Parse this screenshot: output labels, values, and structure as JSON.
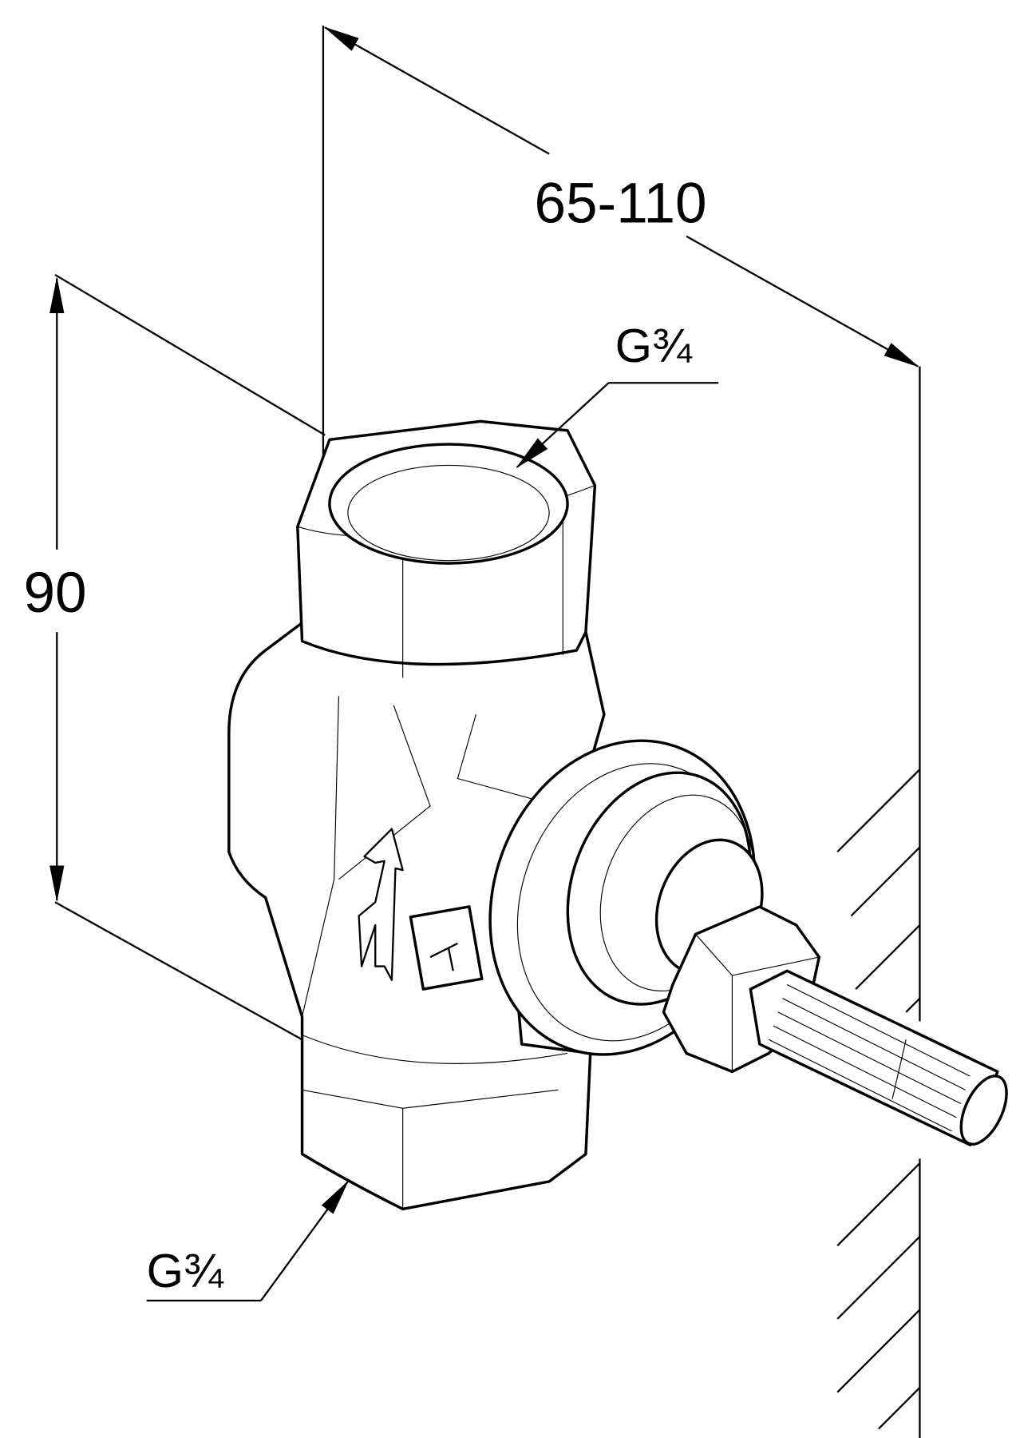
{
  "drawing": {
    "dimension_depth": "65-110",
    "dimension_height": "90",
    "thread_top": "G¾",
    "thread_bottom": "G¾"
  }
}
